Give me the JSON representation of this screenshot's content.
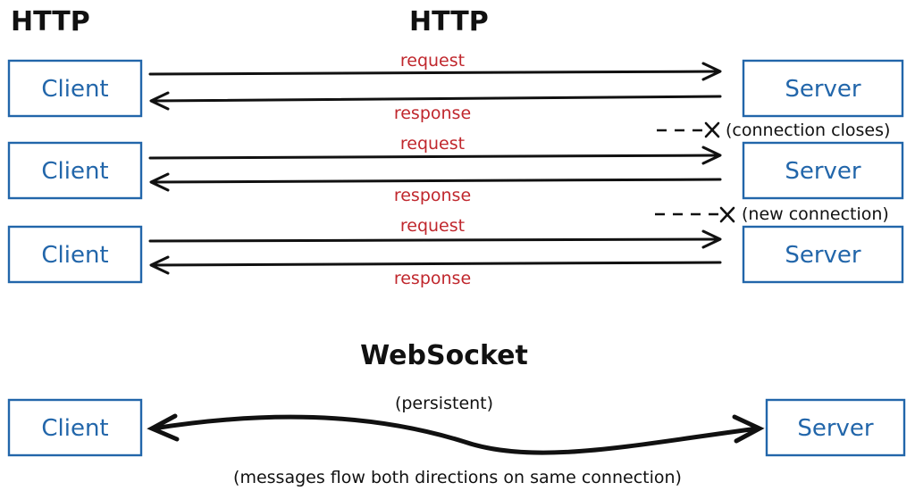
{
  "http": {
    "title_left": "HTTP",
    "title_center": "HTTP",
    "rows": [
      {
        "client": "Client",
        "server": "Server",
        "request": "request",
        "response": "response"
      },
      {
        "client": "Client",
        "server": "Server",
        "request": "request",
        "response": "response"
      },
      {
        "client": "Client",
        "server": "Server",
        "request": "request",
        "response": "response"
      }
    ],
    "notes": [
      "(connection closes)",
      "(new connection)"
    ]
  },
  "websocket": {
    "title": "WebSocket",
    "client": "Client",
    "server": "Server",
    "persistent": "(persistent)",
    "caption": "(messages flow both directions on same connection)"
  },
  "colors": {
    "box_stroke": "#2266aa",
    "box_text": "#2266aa",
    "message_text": "#c0272d",
    "line": "#111111"
  }
}
